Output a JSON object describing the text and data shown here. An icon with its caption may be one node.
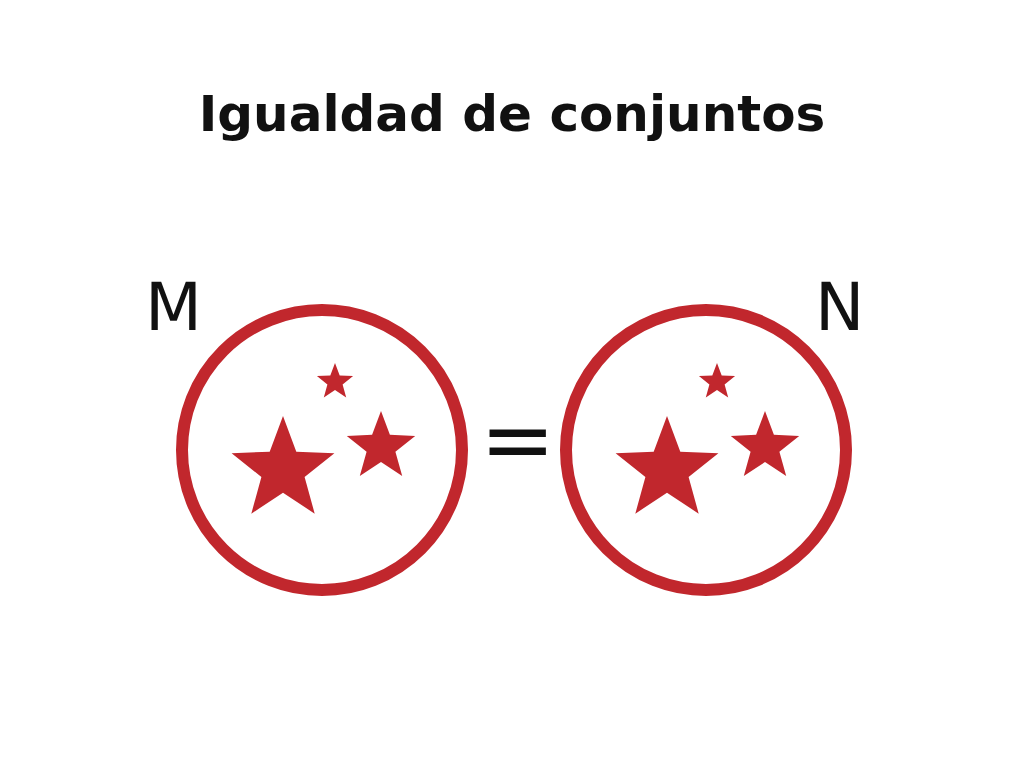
{
  "diagram": {
    "title": "Igualdad de conjuntos",
    "nodes": [
      {
        "text": [
          "M"
        ]
      },
      {
        "text": [
          "N"
        ]
      }
    ],
    "labels": [
      "="
    ]
  }
}
